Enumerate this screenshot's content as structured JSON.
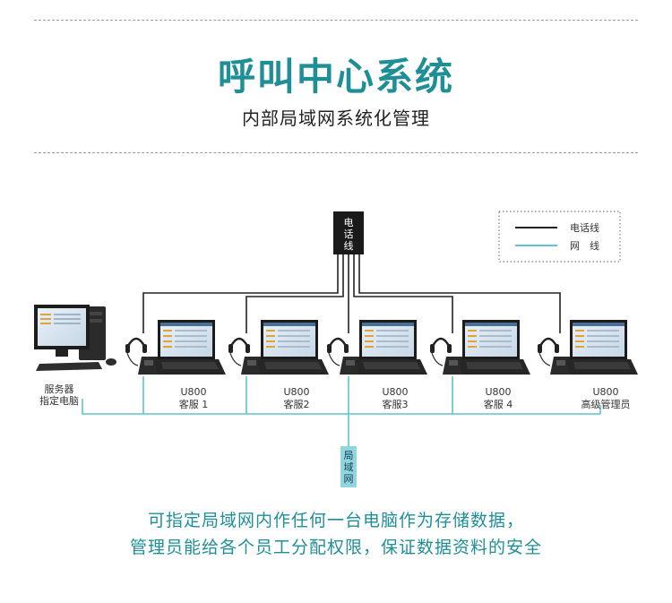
{
  "header": {
    "title": "呼叫中心系统",
    "subtitle": "内部局域网系统化管理"
  },
  "legend": {
    "phone_line": "电话线",
    "network_line": "网　线"
  },
  "hub": {
    "label": "电话线"
  },
  "lan": {
    "label": "局域网"
  },
  "server": {
    "label_line1": "服务器",
    "label_line2": "指定电脑"
  },
  "stations": [
    {
      "model": "U800",
      "role": "客服 1"
    },
    {
      "model": "U800",
      "role": "客服2"
    },
    {
      "model": "U800",
      "role": "客服3"
    },
    {
      "model": "U800",
      "role": "客服 4"
    },
    {
      "model": "U800",
      "role": "高级管理员"
    }
  ],
  "caption": {
    "line1": "可指定局域网内作任何一台电脑作为存储数据，",
    "line2": "管理员能给各个员工分配权限，保证数据资料的安全"
  },
  "colors": {
    "accent": "#1f8f97",
    "phone_line": "#222222",
    "network_line": "#5cc4cf"
  }
}
